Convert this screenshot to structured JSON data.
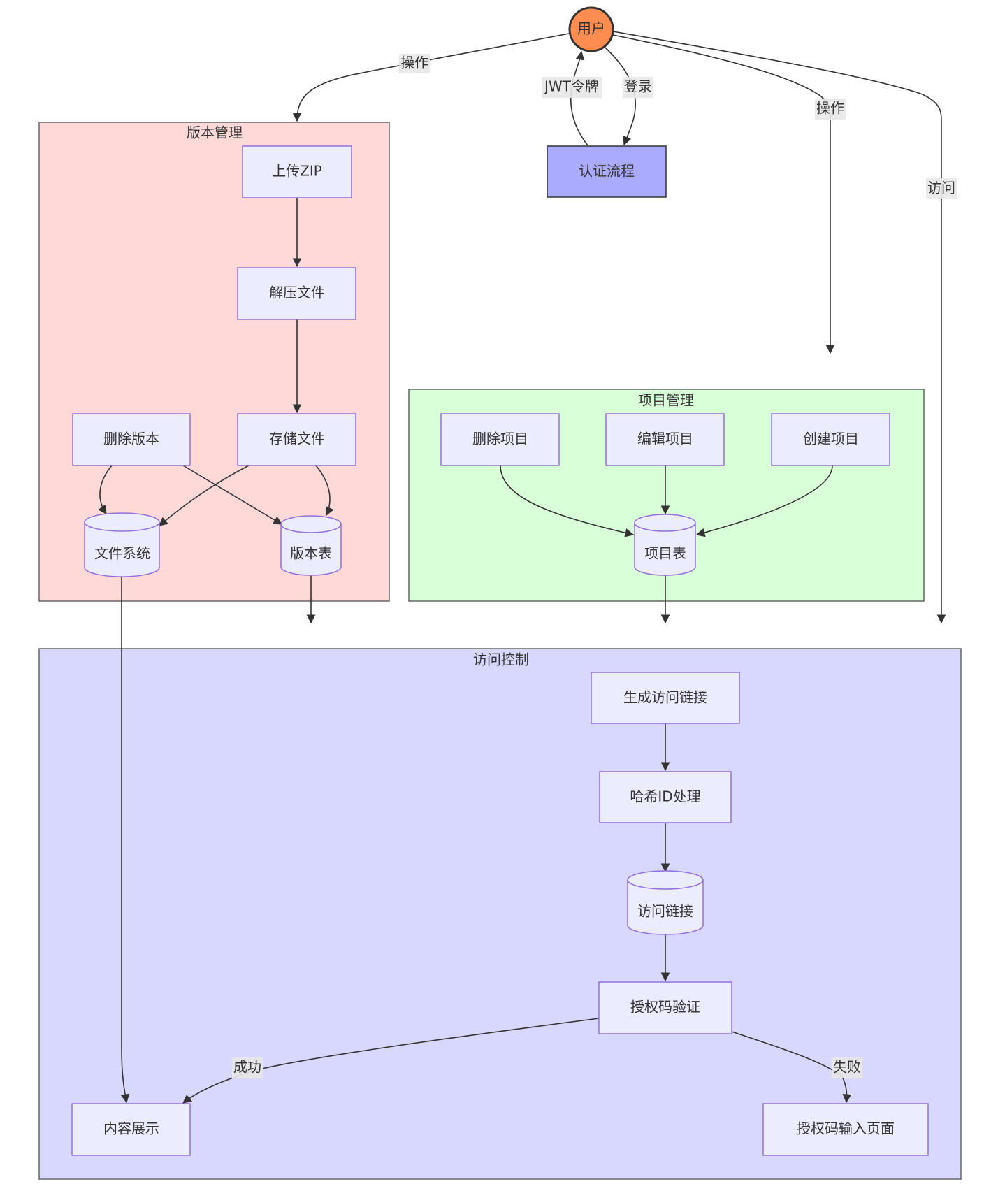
{
  "diagram": {
    "type": "flowchart",
    "colors": {
      "version_cluster_fill": "#ffd8d8",
      "project_cluster_fill": "#d8ffd8",
      "access_cluster_fill": "#d8d8ff",
      "node_fill": "#ECECFF",
      "node_border": "#9370DB",
      "user_fill": "#ff8c50",
      "auth_fill": "#aaaaff"
    },
    "clusters": {
      "version": {
        "title": "版本管理"
      },
      "project": {
        "title": "项目管理"
      },
      "access": {
        "title": "访问控制"
      }
    },
    "nodes": {
      "user": "用户",
      "auth": "认证流程",
      "upload_zip": "上传ZIP",
      "unzip": "解压文件",
      "store_files": "存储文件",
      "delete_version": "删除版本",
      "filesystem": "文件系统",
      "version_table": "版本表",
      "delete_project": "删除项目",
      "edit_project": "编辑项目",
      "create_project": "创建项目",
      "project_table": "项目表",
      "generate_link": "生成访问链接",
      "hash_id": "哈希ID处理",
      "access_link": "访问链接",
      "auth_code_verify": "授权码验证",
      "content_display": "内容展示",
      "auth_code_page": "授权码输入页面"
    },
    "edge_labels": {
      "user_to_version": "操作",
      "auth_to_user": "JWT令牌",
      "user_to_auth": "登录",
      "user_to_project": "操作",
      "user_to_access": "访问",
      "verify_success": "成功",
      "verify_fail": "失败"
    },
    "edges": [
      {
        "from": "user",
        "to": "version",
        "label": "操作"
      },
      {
        "from": "user",
        "to": "auth",
        "label": "登录"
      },
      {
        "from": "auth",
        "to": "user",
        "label": "JWT令牌"
      },
      {
        "from": "user",
        "to": "project",
        "label": "操作"
      },
      {
        "from": "user",
        "to": "access",
        "label": "访问"
      },
      {
        "from": "upload_zip",
        "to": "unzip"
      },
      {
        "from": "unzip",
        "to": "store_files"
      },
      {
        "from": "store_files",
        "to": "filesystem"
      },
      {
        "from": "store_files",
        "to": "version_table"
      },
      {
        "from": "delete_version",
        "to": "filesystem"
      },
      {
        "from": "delete_version",
        "to": "version_table"
      },
      {
        "from": "delete_project",
        "to": "project_table"
      },
      {
        "from": "edit_project",
        "to": "project_table"
      },
      {
        "from": "create_project",
        "to": "project_table"
      },
      {
        "from": "version",
        "to": "access"
      },
      {
        "from": "project",
        "to": "access"
      },
      {
        "from": "generate_link",
        "to": "hash_id"
      },
      {
        "from": "hash_id",
        "to": "access_link"
      },
      {
        "from": "access_link",
        "to": "auth_code_verify"
      },
      {
        "from": "auth_code_verify",
        "to": "content_display",
        "label": "成功"
      },
      {
        "from": "auth_code_verify",
        "to": "auth_code_page",
        "label": "失败"
      },
      {
        "from": "filesystem",
        "to": "content_display"
      }
    ]
  }
}
